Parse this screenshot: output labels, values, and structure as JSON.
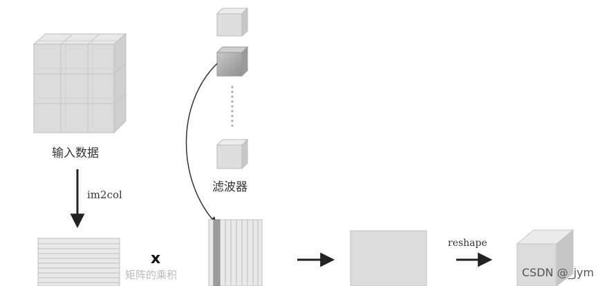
{
  "labels": {
    "input_data": "输入数据",
    "im2col": "im2col",
    "filters": "滤波器",
    "times": "x",
    "matrix_product": "矩阵的乘积",
    "reshape": "reshape"
  },
  "watermark": "CSDN @_jym",
  "colors": {
    "cube_front": "#d8d8d8",
    "cube_top": "#e6e6e6",
    "cube_side": "#c2c2c2",
    "grid_line": "#bdbdbd",
    "arrow": "#222222"
  }
}
